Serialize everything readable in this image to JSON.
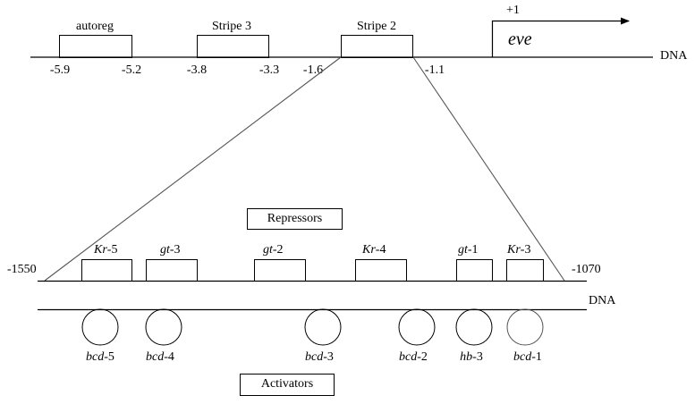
{
  "diagram": {
    "top_dna": {
      "label": "DNA",
      "enhancers": [
        {
          "name": "autoreg",
          "start": "-5.9",
          "end": "-5.2"
        },
        {
          "name": "Stripe 3",
          "start": "-3.8",
          "end": "-3.3"
        },
        {
          "name": "Stripe 2",
          "start": "-1.6",
          "end": "-1.1"
        }
      ],
      "gene": {
        "name": "eve",
        "tss_label": "+1"
      }
    },
    "zoom": {
      "left_coord": "-1550",
      "right_coord": "-1070",
      "dna_label": "DNA",
      "repressors_label": "Repressors",
      "activators_label": "Activators",
      "repressors": [
        {
          "gene": "Kr",
          "num": "-5"
        },
        {
          "gene": "gt",
          "num": "-3"
        },
        {
          "gene": "gt",
          "num": "-2"
        },
        {
          "gene": "Kr",
          "num": "-4"
        },
        {
          "gene": "gt",
          "num": "-1"
        },
        {
          "gene": "Kr",
          "num": "-3"
        }
      ],
      "activators": [
        {
          "gene": "bcd",
          "num": "-5"
        },
        {
          "gene": "bcd",
          "num": "-4"
        },
        {
          "gene": "bcd",
          "num": "-3"
        },
        {
          "gene": "bcd",
          "num": "-2"
        },
        {
          "gene": "hb",
          "num": "-3"
        },
        {
          "gene": "bcd",
          "num": "-1"
        }
      ]
    }
  }
}
